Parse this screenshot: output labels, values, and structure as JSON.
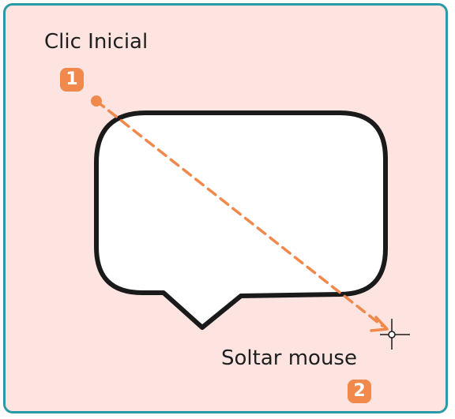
{
  "diagram": {
    "start_label": "Clic Inicial",
    "end_label": "Soltar mouse",
    "start_step": "1",
    "end_step": "2"
  },
  "colors": {
    "frame_border": "#2a9aa6",
    "frame_fill": "#fde4e0",
    "accent": "#f0894b",
    "shape_stroke": "#1a1a1a",
    "shape_fill": "#ffffff"
  },
  "icons": {
    "start_point": "dot-icon",
    "drag_path": "dashed-arrow-icon",
    "cursor": "crosshair-cursor-icon"
  }
}
